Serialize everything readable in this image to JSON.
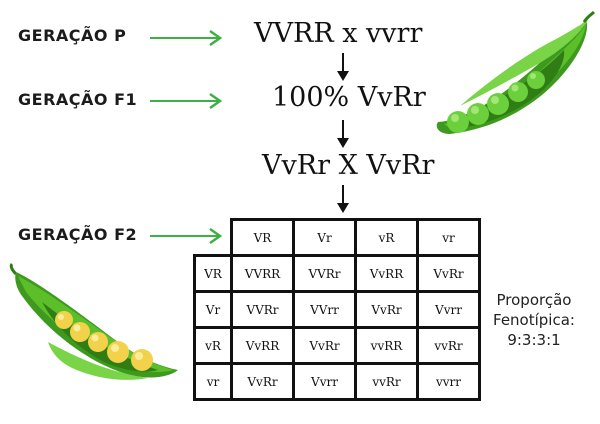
{
  "labels": {
    "p": "GERAÇÃO P",
    "f1": "GERAÇÃO F1",
    "f2": "GERAÇÃO F2"
  },
  "crosses": {
    "p": "VVRR x vvrr",
    "f1": "100% VvRr",
    "f1_cross": "VvRr X VvRr"
  },
  "punnett": {
    "col_headers": [
      "VR",
      "Vr",
      "vR",
      "vr"
    ],
    "row_headers": [
      "VR",
      "Vr",
      "vR",
      "vr"
    ],
    "cells": [
      [
        "VVRR",
        "VVRr",
        "VvRR",
        "VvRr"
      ],
      [
        "VVRr",
        "VVrr",
        "VvRr",
        "Vvrr"
      ],
      [
        "VvRR",
        "VvRr",
        "vvRR",
        "vvRr"
      ],
      [
        "VvRr",
        "Vvrr",
        "vvRr",
        "vvrr"
      ]
    ]
  },
  "proportion": {
    "line1": "Proporção",
    "line2": "Fenotípica:",
    "ratio": "9:3:3:1"
  },
  "colors": {
    "arrow_green": "#3cb043",
    "pea_pod": "#4caf2a",
    "pea_green": "#7ed957",
    "pea_yellow": "#f2d24b"
  }
}
